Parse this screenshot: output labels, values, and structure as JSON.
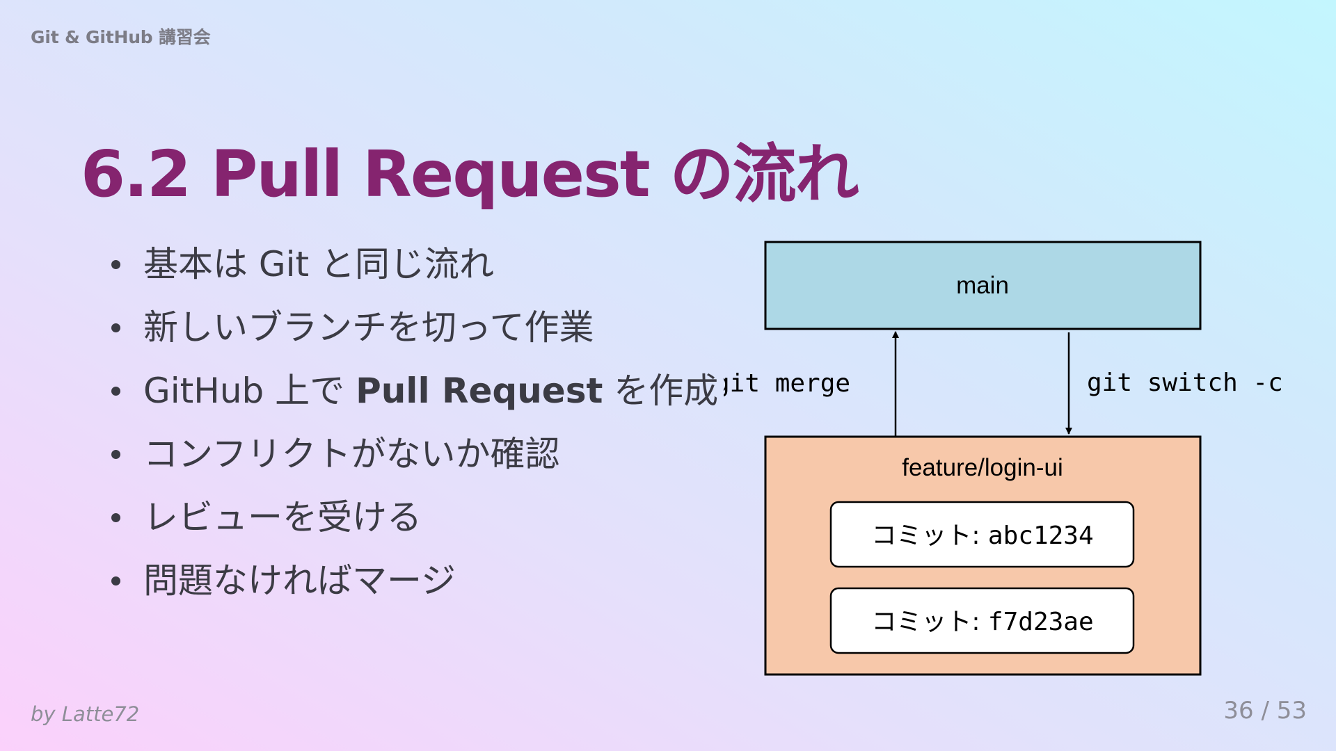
{
  "header": {
    "label": "Git & GitHub 講習会"
  },
  "slide": {
    "title": "6.2 Pull Request の流れ",
    "bullets": [
      {
        "text": "基本は Git と同じ流れ"
      },
      {
        "text": "新しいブランチを切って作業"
      },
      {
        "pre": "GitHub 上で ",
        "bold": "Pull Request",
        "post": " を作成"
      },
      {
        "text": "コンフリクトがないか確認"
      },
      {
        "text": "レビューを受ける"
      },
      {
        "text": "問題なければマージ"
      }
    ]
  },
  "diagram": {
    "main_label": "main",
    "feature_label": "feature/login-ui",
    "merge_label": "git merge",
    "switch_label": "git switch -c",
    "commits": [
      {
        "prefix": "コミット: ",
        "hash": "abc1234"
      },
      {
        "prefix": "コミット: ",
        "hash": "f7d23ae"
      }
    ],
    "colors": {
      "main_fill": "#add8e6",
      "feature_fill": "#f7c8aa",
      "commit_fill": "#ffffff",
      "stroke": "#000000"
    }
  },
  "footer": {
    "author": "by Latte72",
    "page": "36 / 53"
  }
}
